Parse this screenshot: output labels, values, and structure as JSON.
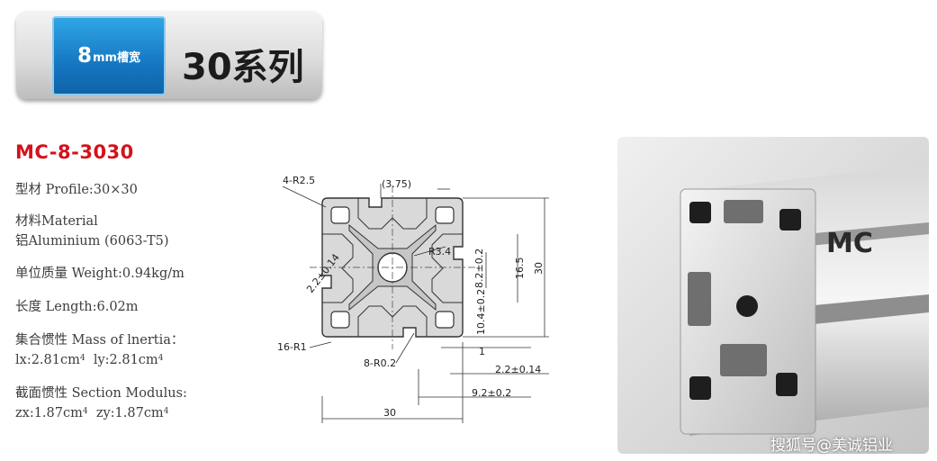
{
  "banner": {
    "badge_big": "8",
    "badge_small": "mm槽宽",
    "title": "30系列"
  },
  "product": {
    "model": "MC-8-3030",
    "profile": "型材 Profile:30×30",
    "material_line1": "材料Material",
    "material_line2": "铝Aluminium (6063-T5)",
    "weight": "单位质量 Weight:0.94kg/m",
    "length": "长度 Length:6.02m",
    "inertia_title": "集合惯性 Mass of lnertia：",
    "inertia_lx": "lx:2.81cm",
    "inertia_ly": "ly:2.81cm",
    "inertia_exp": "4",
    "modulus_title": "截面惯性 Section Modulus:",
    "modulus_zx": "zx:1.87cm",
    "modulus_zy": "zy:1.87cm",
    "modulus_exp": "4"
  },
  "drawing": {
    "r_outer": "4-R2.5",
    "slot_width": "(3.75)",
    "r_core": "R3.4",
    "dim_8_2": "8.2±0.2",
    "dim_16_5": "16.5",
    "dim_30_v": "30",
    "dim_2_2_diag": "2.2±0.14",
    "dim_10_4": "10.4±0.2",
    "dim_16_r1": "16-R1",
    "dim_1": "1",
    "dim_8_r02": "8-R0.2",
    "dim_2_2": "2.2±0.14",
    "dim_9_2": "9.2±0.2",
    "dim_30_h": "30"
  },
  "photo": {
    "brand": "MC"
  },
  "watermark": "搜狐号@美诚铝业"
}
